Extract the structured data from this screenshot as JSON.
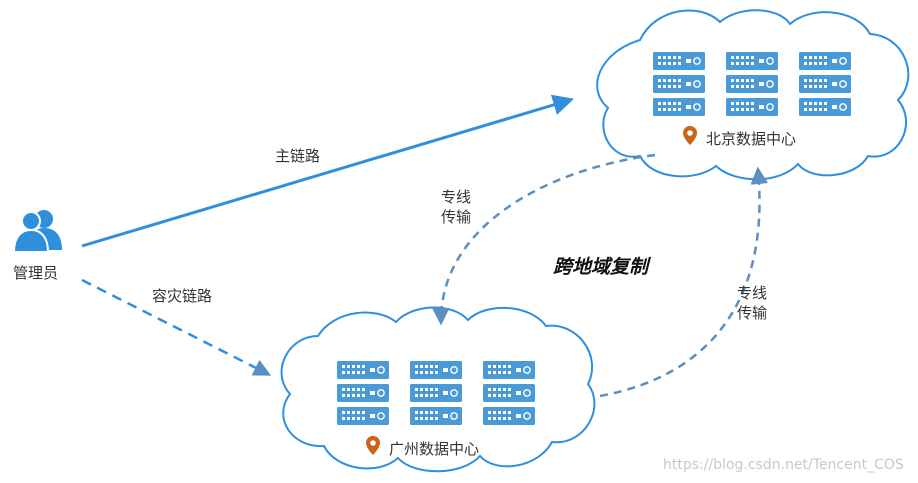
{
  "admin": {
    "label": "管理员",
    "icon": "users-icon"
  },
  "links": {
    "primary": "主链路",
    "disaster_recovery": "容灾链路",
    "dedicated_line_top": [
      "专线",
      "传输"
    ],
    "dedicated_line_right": [
      "专线",
      "传输"
    ]
  },
  "title": "跨地域复制",
  "datacenters": {
    "beijing": {
      "label": "北京数据中心",
      "icon": "location-pin-icon"
    },
    "guangzhou": {
      "label": "广州数据中心",
      "icon": "location-pin-icon"
    }
  },
  "watermark": "https://blog.csdn.net/Tencent_COS",
  "colors": {
    "primary_blue": "#2f8fdc",
    "dashed_blue": "#5b8fc0",
    "cloud_stroke": "#2f8fdc",
    "server_fill": "#4a9ad8",
    "pin_orange": "#c8651a"
  }
}
